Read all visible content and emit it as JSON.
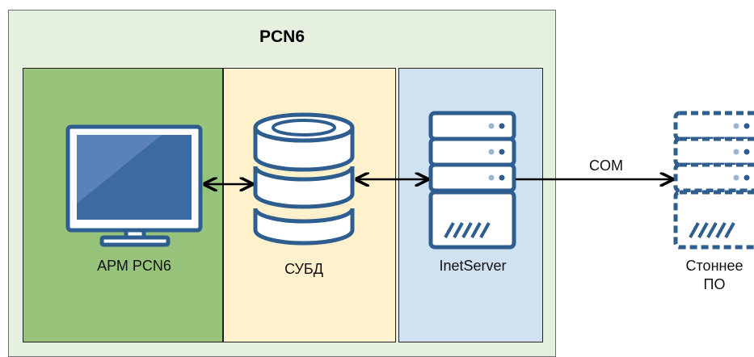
{
  "diagram": {
    "title": "PCN6",
    "nodes": {
      "workstation": {
        "label": "АРМ PCN6"
      },
      "dbms": {
        "label": "СУБД"
      },
      "inetserver": {
        "label": "InetServer"
      },
      "external": {
        "label_line1": "Стоннее",
        "label_line2": "ПО"
      }
    },
    "links": {
      "external_link": {
        "label": "COM"
      }
    }
  },
  "colors": {
    "outer_bg": "#e5f0de",
    "workstation_zone": "#97c37b",
    "dbms_zone": "#fff1cc",
    "server_zone": "#d0e1f1",
    "icon_fill": "#ffffff",
    "icon_stroke": "#2e5d8f",
    "screen": "#3e6aa3"
  }
}
